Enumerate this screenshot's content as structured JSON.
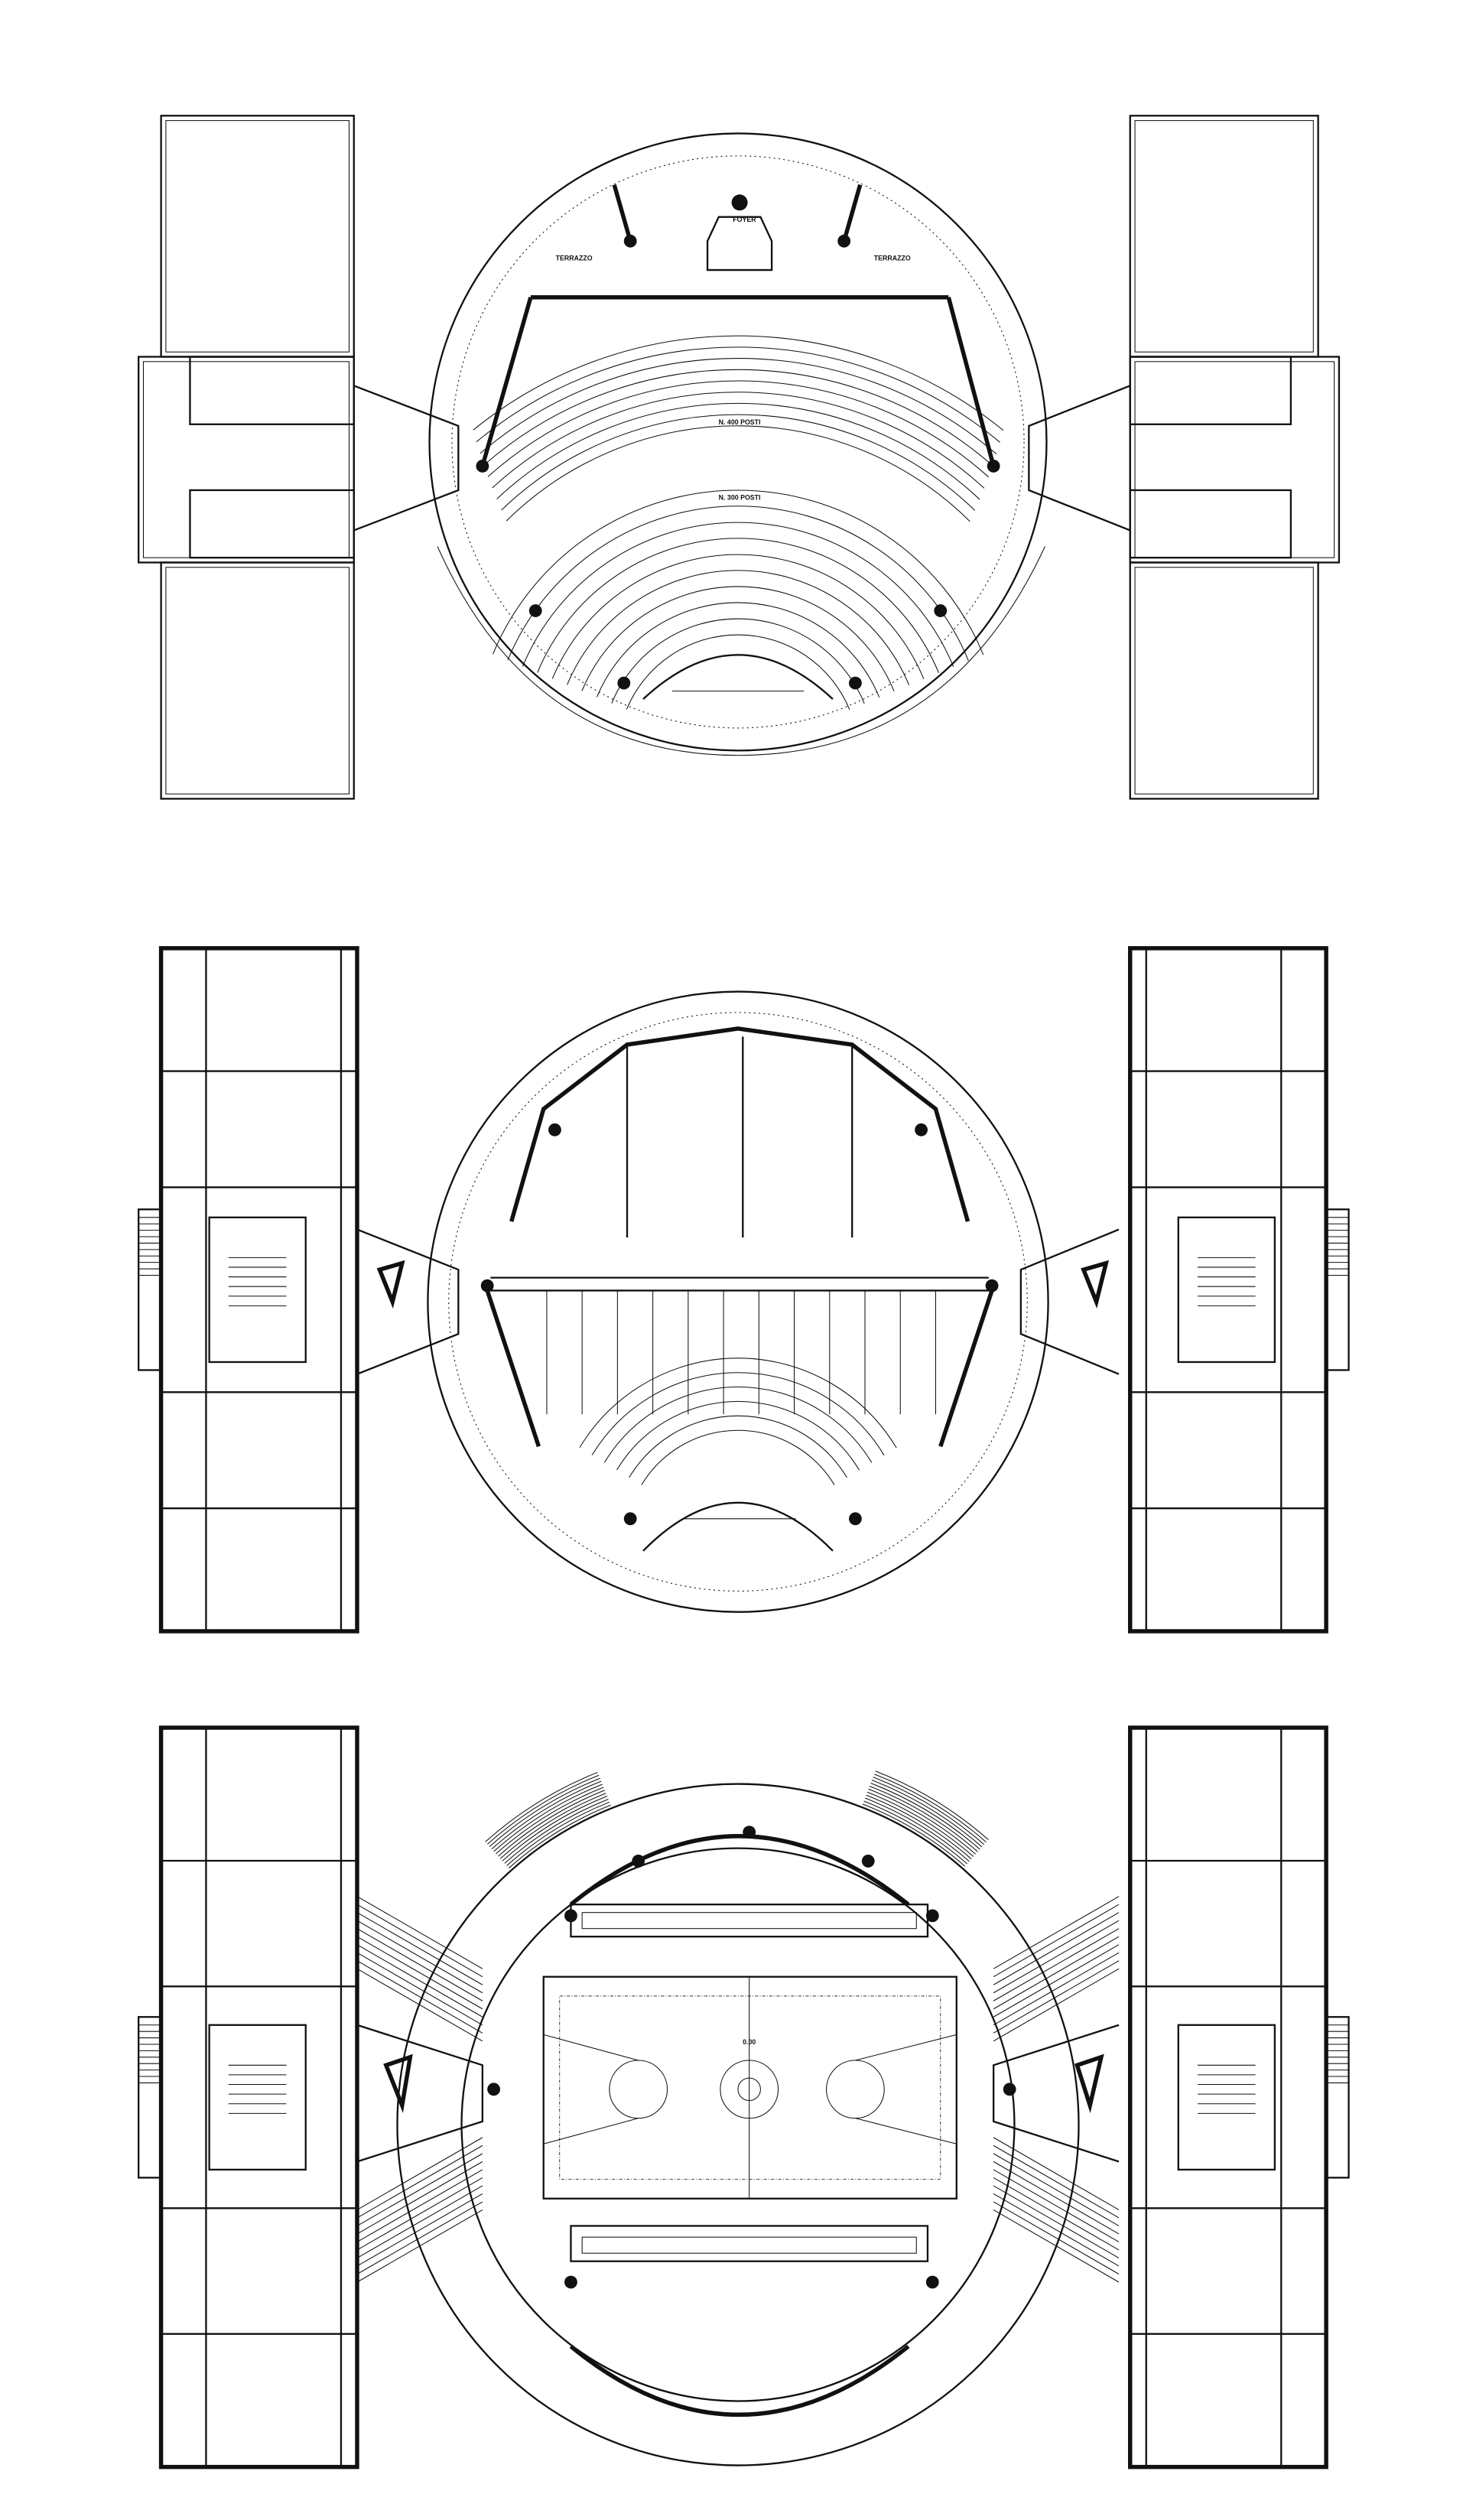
{
  "plans": {
    "upper": {
      "foyer": "FOYER",
      "terrace_left": "TERRAZZO",
      "terrace_right": "TERRAZZO",
      "seats_upper": "N. 400 POSTI",
      "seats_lower": "N. 300 POSTI"
    },
    "middle": {},
    "lower": {
      "court_elevation": "0.00"
    }
  },
  "colors": {
    "ink": "#111111",
    "paper": "#ffffff"
  }
}
